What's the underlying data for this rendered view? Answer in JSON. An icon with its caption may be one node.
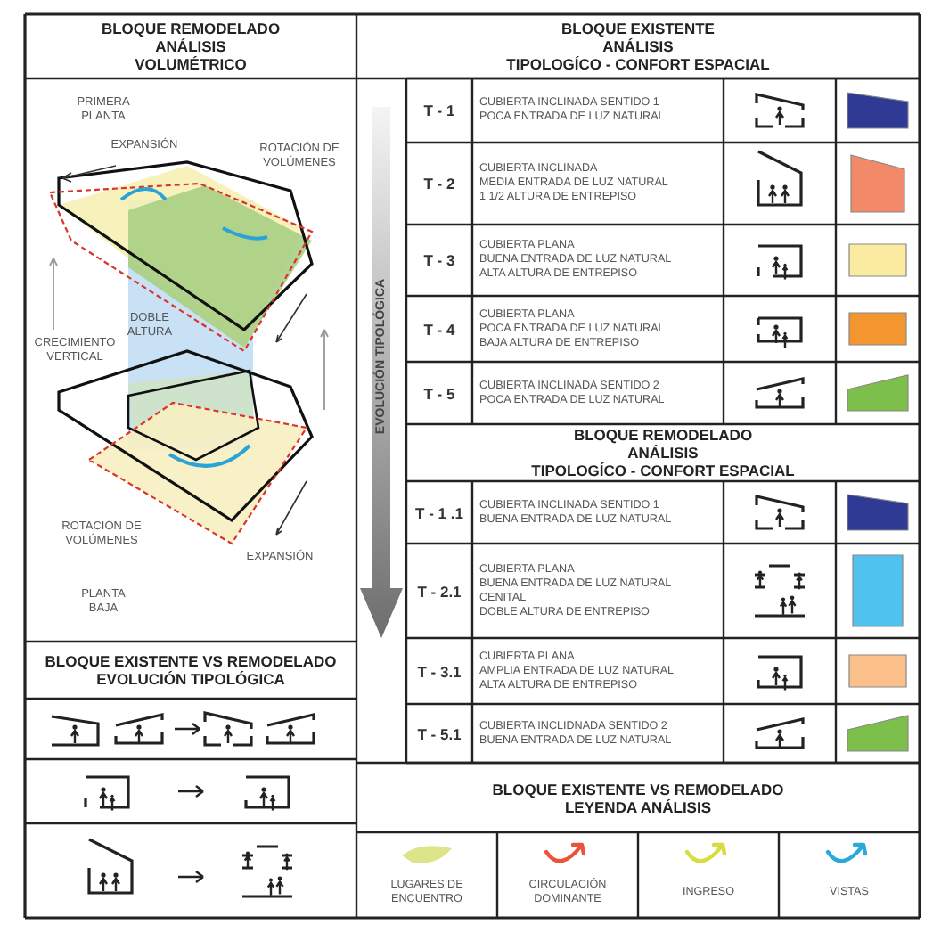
{
  "diagram": {
    "labels": [
      "BLOQUE REMODELADO",
      "ANÁLISIS",
      "VOLUMÉTRICO",
      "BLOQUE EXISTENTE",
      "ANÁLISIS",
      "TIPOLOGÍCO - CONFORT ESPACIAL",
      "PRIMERA PLANTA",
      "EXPANSIÓN",
      "ROTACIÓN DE VOLÚMENES",
      "DOBLE ALTURA",
      "CRECIMIENTO VERTICAL",
      "ROTACIÓN DE VOLÚMENES",
      "EXPANSIÓN",
      "PLANTA BAJA",
      "EVOLUCIÓN TIPOLÓGICA",
      "T - 1",
      "CUBIERTA INCLINADA SENTIDO 1",
      "POCA ENTRADA DE LUZ NATURAL",
      "T - 2",
      "CUBIERTA INCLINADA",
      "MEDIA ENTRADA DE LUZ NATURAL",
      "1 1/2 ALTURA DE ENTREPISO",
      "T - 3",
      "CUBIERTA PLANA",
      "BUENA ENTRADA DE LUZ NATURAL",
      "ALTA ALTURA DE ENTREPISO",
      "T - 4",
      "CUBIERTA PLANA",
      "POCA ENTRADA DE LUZ NATURAL",
      "BAJA ALTURA DE ENTREPISO",
      "T - 5",
      "CUBIERTA INCLINADA SENTIDO 2",
      "POCA ENTRADA DE LUZ NATURAL",
      "BLOQUE REMODELADO",
      "ANÁLISIS",
      "TIPOLOGÍCO - CONFORT ESPACIAL",
      "T - 1 .1",
      "CUBIERTA INCLINADA SENTIDO 1",
      "BUENA ENTRADA DE LUZ NATURAL",
      "T - 2.1",
      "CUBIERTA PLANA",
      "BUENA ENTRADA DE LUZ NATURAL",
      "CENITAL",
      "DOBLE ALTURA DE ENTREPISO",
      "T - 3.1",
      "CUBIERTA PLANA",
      "AMPLIA ENTRADA DE LUZ NATURAL",
      "ALTA ALTURA DE ENTREPISO",
      "T - 5.1",
      "CUBIERTA INCLIDNADA SENTIDO 2",
      "BUENA ENTRADA DE LUZ NATURAL",
      "BLOQUE EXISTENTE VS REMODELADO",
      "EVOLUCIÓN TIPOLÓGICA",
      "BLOQUE EXISTENTE VS REMODELADO",
      "LEYENDA ANÁLISIS"
    ],
    "legend": [
      {
        "text": "LUGARES DE ENCUENTRO"
      },
      {
        "text": "CIRCULACIÓN DOMINANTE"
      },
      {
        "text": "INGRESO"
      },
      {
        "text": "VISTAS"
      }
    ]
  }
}
